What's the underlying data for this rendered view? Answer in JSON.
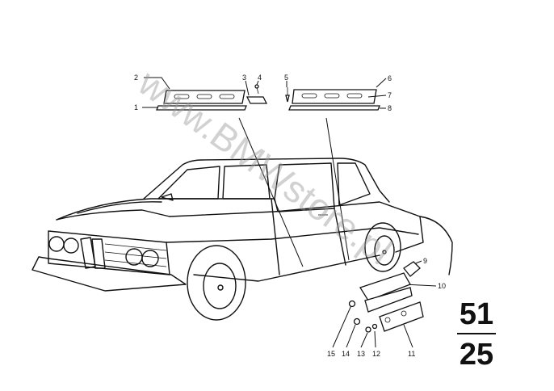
{
  "watermark": "www.BMWstore.pl",
  "callouts": [
    "1",
    "2",
    "3",
    "4",
    "5",
    "6",
    "7",
    "8",
    "9",
    "10",
    "11",
    "12",
    "13",
    "14",
    "15"
  ],
  "group": {
    "main": "51",
    "sub": "25"
  }
}
